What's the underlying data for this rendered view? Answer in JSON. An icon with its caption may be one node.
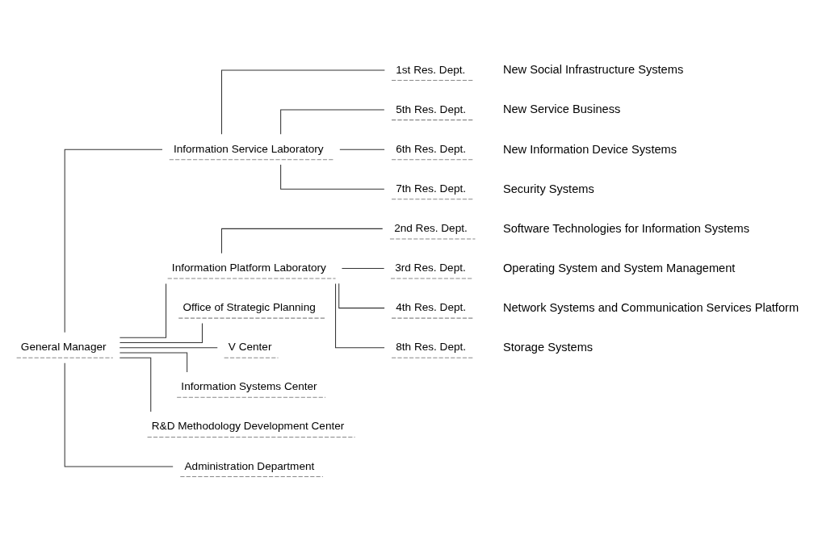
{
  "diagram": {
    "nodes": [
      {
        "text": [
          "General Manager"
        ]
      },
      {
        "text": [
          "Information Service Laboratory"
        ]
      },
      {
        "text": [
          "1st Res. Dept."
        ],
        "beside": [
          "New Social Infrastructure Systems"
        ]
      },
      {
        "text": [
          "5th Res. Dept."
        ],
        "beside": [
          "New Service Business"
        ]
      },
      {
        "text": [
          "6th Res. Dept."
        ],
        "beside": [
          "New Information Device Systems"
        ]
      },
      {
        "text": [
          "7th Res. Dept."
        ],
        "beside": [
          "Security Systems"
        ]
      },
      {
        "text": [
          "Information Platform Laboratory"
        ]
      },
      {
        "text": [
          "2nd Res. Dept."
        ],
        "beside": [
          "Software Technologies for Information Systems"
        ]
      },
      {
        "text": [
          "3rd Res. Dept."
        ],
        "beside": [
          "Operating System and System Management"
        ]
      },
      {
        "text": [
          "4th Res. Dept."
        ],
        "beside": [
          "Network Systems and Communication Services Platform"
        ]
      },
      {
        "text": [
          "8th Res. Dept."
        ],
        "beside": [
          "Storage Systems"
        ]
      },
      {
        "text": [
          "Office of Strategic Planning"
        ]
      },
      {
        "text": [
          "V Center"
        ]
      },
      {
        "text": [
          "Information Systems Center"
        ]
      },
      {
        "text": [
          "R&D Methodology Development Center"
        ]
      },
      {
        "text": [
          "Administration Department"
        ]
      }
    ],
    "edges": [
      {
        "from": 0,
        "to": 1,
        "arrow": "none"
      },
      {
        "from": 1,
        "to": 2,
        "arrow": "none"
      },
      {
        "from": 1,
        "to": 3,
        "arrow": "none"
      },
      {
        "from": 1,
        "to": 4,
        "arrow": "none"
      },
      {
        "from": 1,
        "to": 5,
        "arrow": "none"
      },
      {
        "from": 0,
        "to": 6,
        "arrow": "none"
      },
      {
        "from": 6,
        "to": 7,
        "arrow": "none"
      },
      {
        "from": 6,
        "to": 8,
        "arrow": "none"
      },
      {
        "from": 6,
        "to": 9,
        "arrow": "none"
      },
      {
        "from": 6,
        "to": 10,
        "arrow": "none"
      },
      {
        "from": 0,
        "to": 11,
        "arrow": "none"
      },
      {
        "from": 0,
        "to": 12,
        "arrow": "none"
      },
      {
        "from": 0,
        "to": 13,
        "arrow": "none"
      },
      {
        "from": 0,
        "to": 14,
        "arrow": "none"
      },
      {
        "from": 0,
        "to": 15,
        "arrow": "none"
      }
    ]
  }
}
